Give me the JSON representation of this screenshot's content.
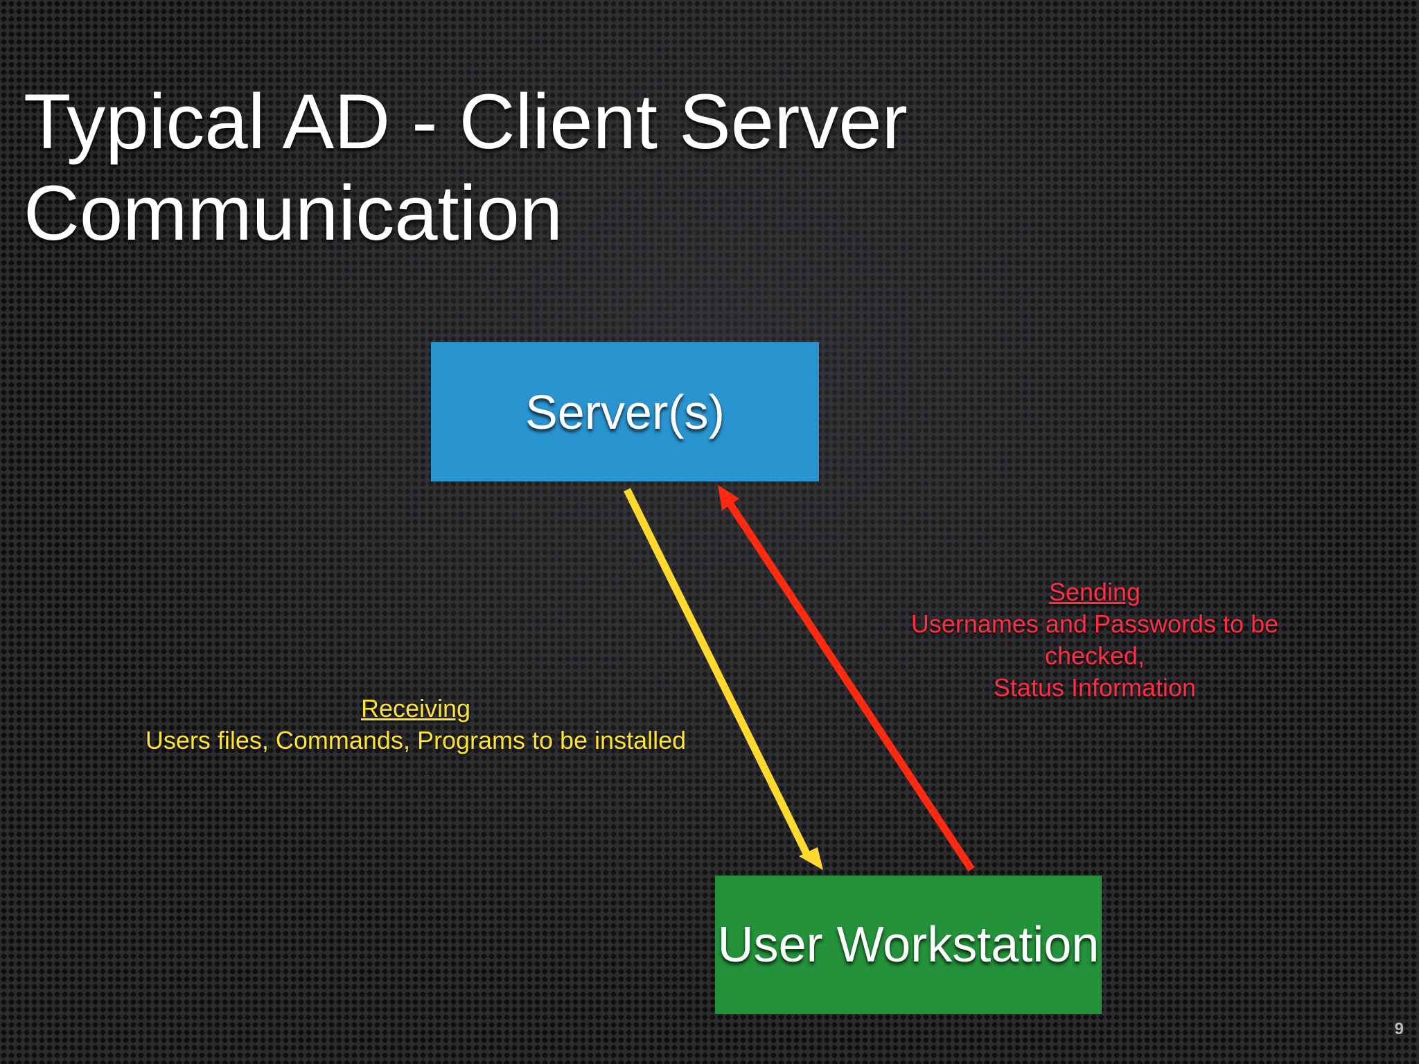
{
  "slide": {
    "title_line1": "Typical AD - Client Server",
    "title_line2": "Communication",
    "page_number": "9"
  },
  "diagram": {
    "server_label": "Server(s)",
    "workstation_label": "User Workstation",
    "receiving": {
      "heading": "Receiving",
      "text": "Users files, Commands, Programs to be installed"
    },
    "sending": {
      "heading": "Sending",
      "line1": "Usernames and Passwords to be",
      "line2": "checked,",
      "line3": "Status Information"
    }
  },
  "colors": {
    "server_box": "#2a94d0",
    "workstation_box": "#23923a",
    "receiving_arrow": "#ffd92e",
    "sending_arrow": "#ff2a10",
    "receiving_text": "#ffe531",
    "sending_text": "#ff2e45"
  }
}
